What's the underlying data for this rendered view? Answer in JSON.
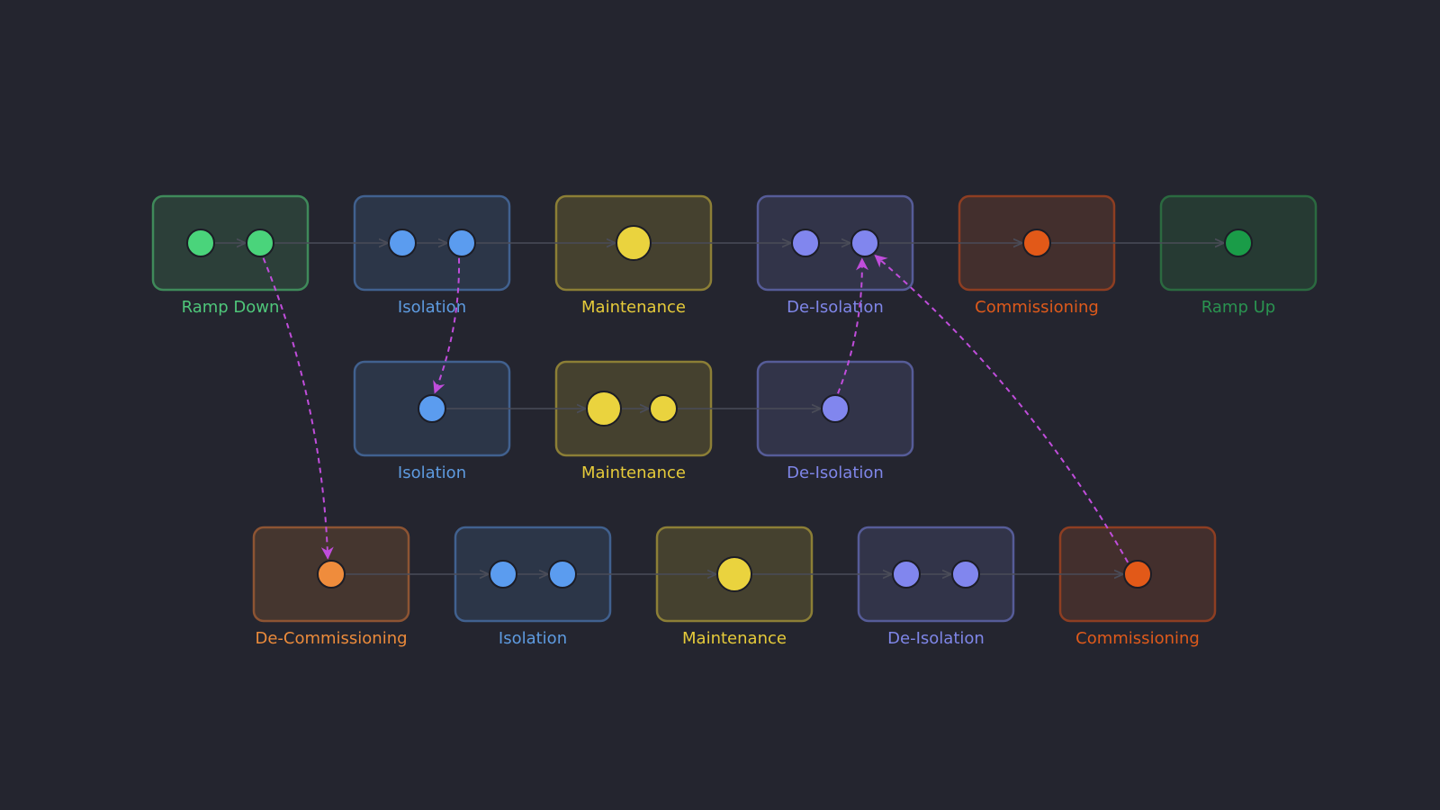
{
  "colors": {
    "background": "#24252f",
    "connector": "#4a4c58",
    "dependency": "#c04ddb"
  },
  "stage_types": {
    "ramp-down": {
      "fill": "#2c3f39",
      "border": "#3f8a5a",
      "label_color": "#4fc77a",
      "dot": "#4ad47b"
    },
    "isolation": {
      "fill": "#2c3648",
      "border": "#41618f",
      "label_color": "#5e9be0",
      "dot": "#5b9cef"
    },
    "maintenance": {
      "fill": "#45412f",
      "border": "#8c7f36",
      "label_color": "#e6cb3a",
      "dot": "#ead33e"
    },
    "de-isolation": {
      "fill": "#323449",
      "border": "#565c98",
      "label_color": "#7f86e8",
      "dot": "#8186ee"
    },
    "commissioning": {
      "fill": "#432f2d",
      "border": "#8e3e22",
      "label_color": "#df5a1b",
      "dot": "#e25918"
    },
    "ramp-up": {
      "fill": "#263a33",
      "border": "#2b6a40",
      "label_color": "#2a9350",
      "dot": "#1a9c48"
    },
    "de-commissioning": {
      "fill": "#45362f",
      "border": "#8d5433",
      "label_color": "#ec8b3b",
      "dot": "#ef8c3c"
    }
  },
  "rows": [
    {
      "stages": [
        {
          "id": "r1-ramp-down",
          "type": "ramp-down",
          "label": "Ramp Down",
          "dots": [
            {
              "id": "r1d1",
              "size": "sm"
            },
            {
              "id": "r1d2",
              "size": "sm"
            }
          ]
        },
        {
          "id": "r1-isolation",
          "type": "isolation",
          "label": "Isolation",
          "dots": [
            {
              "id": "r1d3",
              "size": "sm"
            },
            {
              "id": "r1d4",
              "size": "sm"
            }
          ]
        },
        {
          "id": "r1-maintenance",
          "type": "maintenance",
          "label": "Maintenance",
          "dots": [
            {
              "id": "r1d5",
              "size": "lg"
            }
          ]
        },
        {
          "id": "r1-de-isolation",
          "type": "de-isolation",
          "label": "De-Isolation",
          "dots": [
            {
              "id": "r1d6",
              "size": "sm"
            },
            {
              "id": "r1d7",
              "size": "sm"
            }
          ]
        },
        {
          "id": "r1-commissioning",
          "type": "commissioning",
          "label": "Commissioning",
          "dots": [
            {
              "id": "r1d8",
              "size": "sm"
            }
          ]
        },
        {
          "id": "r1-ramp-up",
          "type": "ramp-up",
          "label": "Ramp Up",
          "dots": [
            {
              "id": "r1d9",
              "size": "sm"
            }
          ]
        }
      ]
    },
    {
      "stages": [
        {
          "id": "r2-isolation",
          "type": "isolation",
          "label": "Isolation",
          "dots": [
            {
              "id": "r2d1",
              "size": "sm"
            }
          ]
        },
        {
          "id": "r2-maintenance",
          "type": "maintenance",
          "label": "Maintenance",
          "dots": [
            {
              "id": "r2d2",
              "size": "lg"
            },
            {
              "id": "r2d3",
              "size": "sm"
            }
          ]
        },
        {
          "id": "r2-de-isolation",
          "type": "de-isolation",
          "label": "De-Isolation",
          "dots": [
            {
              "id": "r2d4",
              "size": "sm"
            }
          ]
        }
      ]
    },
    {
      "stages": [
        {
          "id": "r3-de-commissioning",
          "type": "de-commissioning",
          "label": "De-Commissioning",
          "dots": [
            {
              "id": "r3d1",
              "size": "sm"
            }
          ]
        },
        {
          "id": "r3-isolation",
          "type": "isolation",
          "label": "Isolation",
          "dots": [
            {
              "id": "r3d2",
              "size": "sm"
            },
            {
              "id": "r3d3",
              "size": "sm"
            }
          ]
        },
        {
          "id": "r3-maintenance",
          "type": "maintenance",
          "label": "Maintenance",
          "dots": [
            {
              "id": "r3d4",
              "size": "lg"
            }
          ]
        },
        {
          "id": "r3-de-isolation",
          "type": "de-isolation",
          "label": "De-Isolation",
          "dots": [
            {
              "id": "r3d5",
              "size": "sm"
            },
            {
              "id": "r3d6",
              "size": "sm"
            }
          ]
        },
        {
          "id": "r3-commissioning",
          "type": "commissioning",
          "label": "Commissioning",
          "dots": [
            {
              "id": "r3d7",
              "size": "sm"
            }
          ]
        }
      ]
    }
  ],
  "dependencies": [
    {
      "from": "r1d2",
      "to": "r3d1"
    },
    {
      "from": "r1d4",
      "to": "r2d1"
    },
    {
      "from": "r2d4",
      "to": "r1d7"
    },
    {
      "from": "r3d7",
      "to": "r1d7"
    }
  ]
}
